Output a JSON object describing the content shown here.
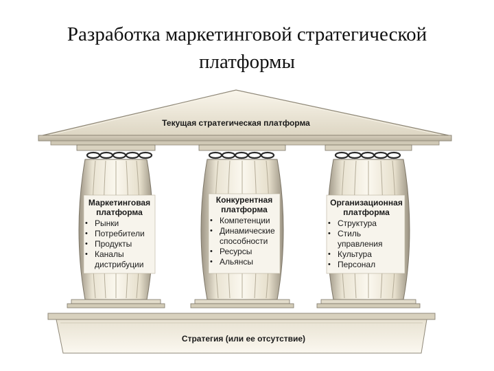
{
  "title": {
    "line1": "Разработка маркетинговой стратегической",
    "line2": "платформы"
  },
  "roof_label": "Текущая стратегическая платформа",
  "base_label": "Стратегия (или ее отсутствие)",
  "pillars": [
    {
      "title": "Маркетинговая платформа",
      "items": [
        "Рынки",
        "Потребители",
        "Продукты",
        "Каналы\nдистрибуции"
      ]
    },
    {
      "title": "Конкурентная платформа",
      "items": [
        "Компетенции",
        "Динамические\nспособности",
        "Ресурсы",
        "Альянсы"
      ]
    },
    {
      "title": "Организационная платформа",
      "items": [
        "Структура",
        "Стиль\nуправления",
        "Культура",
        "Персонал"
      ]
    }
  ]
}
